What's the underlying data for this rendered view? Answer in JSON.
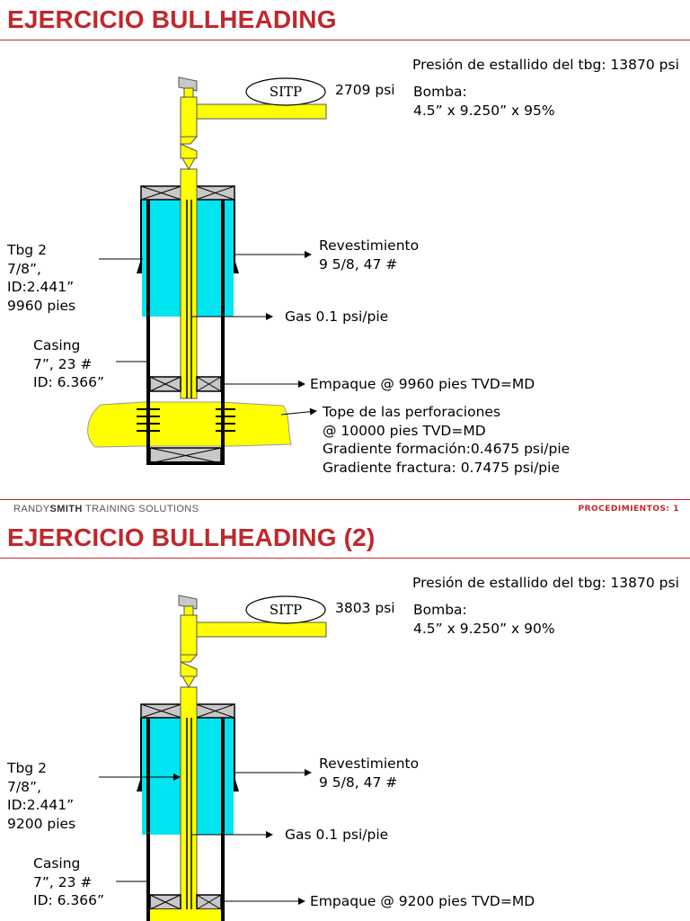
{
  "slide1": {
    "title": "EJERCICIO BULLHEADING",
    "burst": "Presión de estallido del tbg: 13870 psi",
    "sitp_label": "SITP",
    "sitp_value": "2709 psi",
    "bomba_label": "Bomba:",
    "bomba_value": "4.5” x 9.250” x 95%",
    "tbg_lines": [
      "Tbg 2",
      "7/8”,",
      "ID:2.441”",
      "9960 pies"
    ],
    "revest_lines": [
      "Revestimiento",
      "9 5/8, 47 #"
    ],
    "gas": "Gas 0.1 psi/pie",
    "casing_lines": [
      "Casing",
      "7”, 23 #",
      "ID: 6.366”"
    ],
    "empaque": "Empaque @ 9960 pies TVD=MD",
    "perf_lines": [
      "Tope de las perforaciones",
      "@ 10000 pies TVD=MD",
      "Gradiente formación:0.4675 psi/pie",
      "Gradiente fractura: 0.7475 psi/pie"
    ]
  },
  "slide2": {
    "title": "EJERCICIO BULLHEADING (2)",
    "burst": "Presión de estallido del tbg: 13870 psi",
    "sitp_label": "SITP",
    "sitp_value": "3803 psi",
    "bomba_label": "Bomba:",
    "bomba_value": "4.5” x 9.250” x 90%",
    "tbg_lines": [
      "Tbg 2",
      "7/8”,",
      "ID:2.441”",
      "9200 pies"
    ],
    "revest_lines": [
      "Revestimiento",
      "9 5/8, 47 #"
    ],
    "gas": "Gas 0.1 psi/pie",
    "casing_lines": [
      "Casing",
      "7”, 23 #",
      "ID: 6.366”"
    ],
    "empaque": "Empaque @ 9200 pies TVD=MD"
  },
  "footer": {
    "brand_prefix": "RANDY",
    "brand_bold": "SMITH",
    "brand_suffix": " TRAINING SOLUTIONS",
    "page": "PROCEDIMIENTOS: 1"
  },
  "colors": {
    "accent": "#c0282d",
    "tubing": "#ffff00",
    "annulus": "#00e5f0",
    "packer": "#c8c8c8"
  }
}
